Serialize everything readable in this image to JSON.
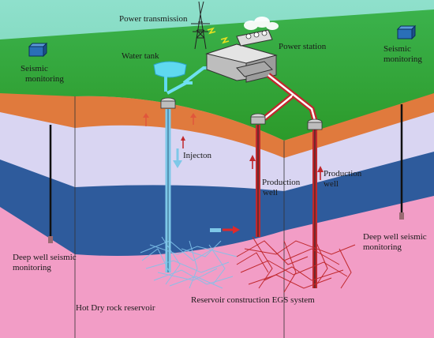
{
  "labels": {
    "power_transmission": "Power transmission",
    "water_tank": "Water  tank",
    "power_station": "Power station",
    "seismic_left_1": "Seismic",
    "seismic_left_2": "monitoring",
    "seismic_right_1": "Seismic",
    "seismic_right_2": "monitoring",
    "injection": "Injecton",
    "production_left_1": "Production",
    "production_left_2": "well",
    "production_right_1": "Production",
    "production_right_2": "well",
    "deep_left_1": "Deep well seismic",
    "deep_left_2": "monitoring",
    "deep_right_1": "Deep well seismic",
    "deep_right_2": "monitoring",
    "hot_dry": "Hot Dry rock reservoir",
    "reservoir_egs": "Reservoir construction EGS system"
  },
  "colors": {
    "sky": "#7fd8c0",
    "grass": "#3aaa35",
    "orange_layer": "#e07a3d",
    "lavender_layer": "#d6d3f0",
    "blue_layer": "#2e5b9c",
    "pink_layer": "#f29dc6",
    "injection_pipe": "#7ec8e8",
    "production_pipe": "#c0282d",
    "station": "#c8c8c8"
  },
  "icons": [
    "seismometer-icon",
    "power-tower-icon",
    "water-tank-icon",
    "power-station-icon",
    "wellhead-icon"
  ]
}
